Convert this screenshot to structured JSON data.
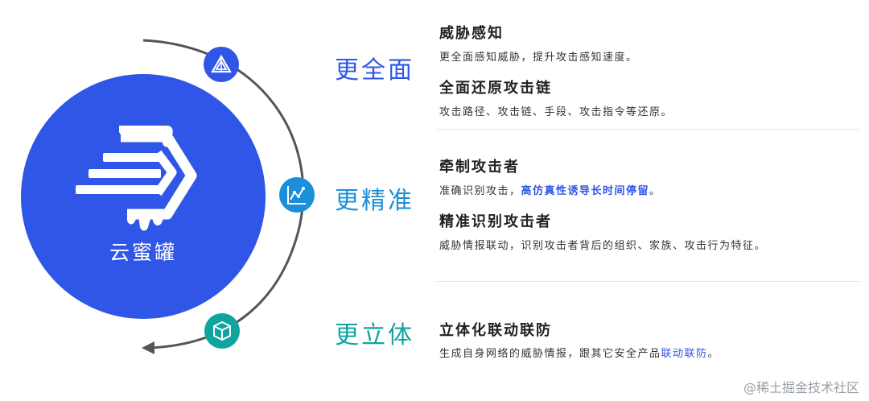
{
  "product": {
    "name": "云蜜罐"
  },
  "pillars": [
    {
      "label": "更全面",
      "icon": "triangle-layers-icon",
      "color": "#2f56e6"
    },
    {
      "label": "更精准",
      "icon": "analytics-chart-icon",
      "color": "#1b8fd9"
    },
    {
      "label": "更立体",
      "icon": "cube-icon",
      "color": "#10a4a0"
    }
  ],
  "features": {
    "f1": {
      "title": "威胁感知",
      "desc": "更全面感知威胁，提升攻击感知速度。"
    },
    "f2": {
      "title": "全面还原攻击链",
      "desc": "攻击路径、攻击链、手段、攻击指令等还原。"
    },
    "f3": {
      "title": "牵制攻击者",
      "desc_prefix": "准确识别攻击，",
      "desc_highlight": "高仿真性诱导长时间停留",
      "desc_suffix": "。"
    },
    "f4": {
      "title": "精准识别攻击者",
      "desc": "威胁情报联动，识别攻击者背后的组织、家族、攻击行为特征。"
    },
    "f5": {
      "title": "立体化联动联防",
      "desc_prefix": "生成自身网络的威胁情报，跟其它安全产品",
      "desc_highlight": "联动联防",
      "desc_suffix": "。"
    }
  },
  "watermark": "@稀土掘金技术社区"
}
